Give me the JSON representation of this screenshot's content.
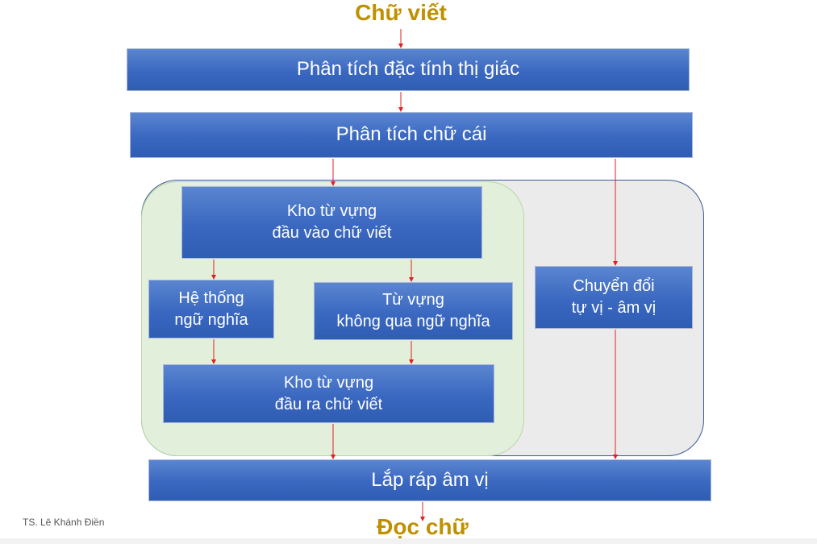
{
  "input_label": "Chữ viết",
  "output_label": "Đọc chữ",
  "boxes": {
    "visual": "Phân tích đặc tính thị giác",
    "letters": "Phân tích chữ cái",
    "input_lexicon_1": "Kho từ vựng",
    "input_lexicon_2": "đầu vào chữ viết",
    "semantic_1": "Hệ thống",
    "semantic_2": "ngữ nghĩa",
    "nonsemantic_1": "Từ vựng",
    "nonsemantic_2": "không qua ngữ nghĩa",
    "output_lexicon_1": "Kho từ vựng",
    "output_lexicon_2": "đầu ra chữ viết",
    "conversion_1": "Chuyển đổi",
    "conversion_2": "tự vị - âm vị",
    "assembly": "Lắp ráp âm vị"
  },
  "footer": "TS. Lê Khánh Điền",
  "colors": {
    "box": "#3a68c0",
    "label": "#bf9000",
    "arrow": "#e02020",
    "green_region": "#e2efda",
    "gray_region": "#ebebeb"
  }
}
